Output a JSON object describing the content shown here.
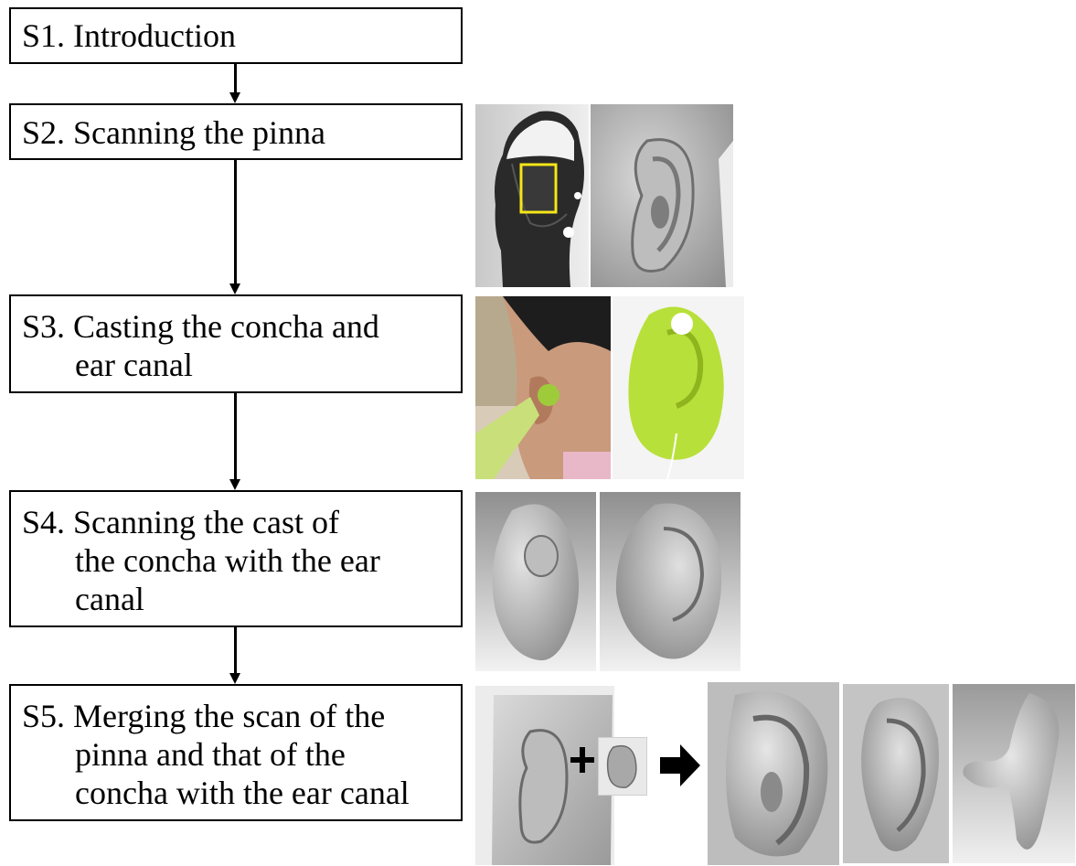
{
  "steps": [
    {
      "id": "S1",
      "lines": [
        "S1. Introduction"
      ]
    },
    {
      "id": "S2",
      "lines": [
        "S2. Scanning the pinna"
      ]
    },
    {
      "id": "S3",
      "lines": [
        "S3. Casting the concha and",
        "ear canal"
      ]
    },
    {
      "id": "S4",
      "lines": [
        "S4. Scanning the cast of",
        "the concha with the ear",
        "canal"
      ]
    },
    {
      "id": "S5",
      "lines": [
        "S5. Merging the scan of the",
        "pinna and that of the",
        "concha with the ear canal"
      ]
    }
  ],
  "merge": {
    "plus_symbol": "+"
  },
  "colors": {
    "box_border": "#000000",
    "highlight_frame": "#f5e61a",
    "cast_green": "#b8e03a"
  },
  "icons": [
    "arrow-down-icon",
    "plus-icon",
    "arrow-right-icon"
  ]
}
